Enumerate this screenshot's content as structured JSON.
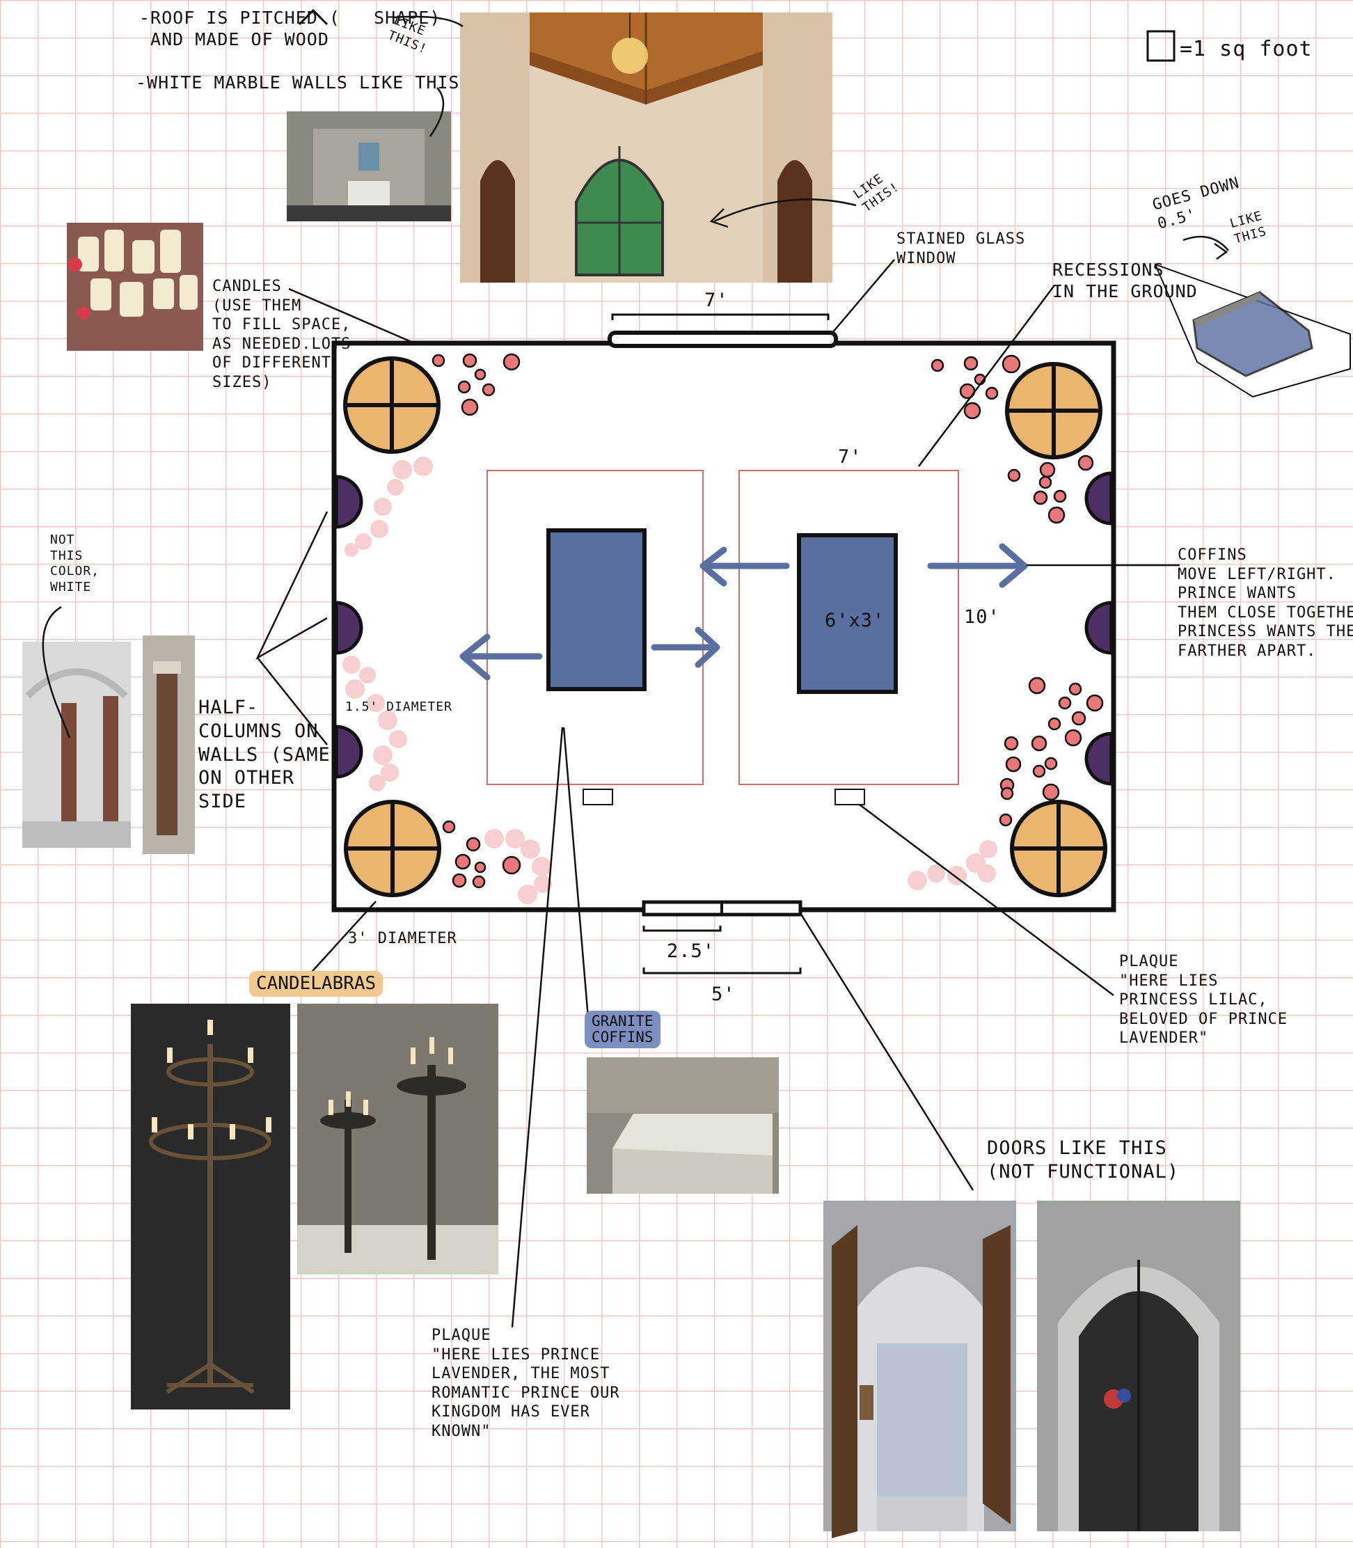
{
  "scale_note": "=1 sq foot",
  "notes": {
    "roof": "-ROOF IS PITCHED (   SHAPE)\n AND MADE OF WOOD",
    "like_this_roof": "LIKE\nTHIS!",
    "walls": "-WHITE MARBLE WALLS LIKE THIS",
    "like_this_window": "LIKE\nTHIS!",
    "stained_glass": "STAINED GLASS\nWINDOW",
    "recessions": "RECESSIONS\nIN THE GROUND",
    "goes_down": "GOES DOWN\n0.5'",
    "like_this_recess": "LIKE\nTHIS",
    "candles": "CANDLES\n(USE THEM\nTO FILL SPACE,\nAS NEEDED.LOTS\nOF DIFFERENT\nSIZES)",
    "not_this_color": "NOT\nTHIS\nCOLOR,\nWHITE",
    "half_columns": "HALF-\nCOLUMNS ON\nWALLS (SAME\nON OTHER\nSIDE",
    "half_col_diameter": "1.5' DIAMETER",
    "candelabra_diameter": "3' DIAMETER",
    "coffins": "COFFINS\nMOVE LEFT/RIGHT.\nPRINCE WANTS\nTHEM CLOSE TOGETHER,\nPRINCESS WANTS THEM\nFARTHER APART.",
    "plaque_princess": "PLAQUE\n\"HERE LIES\nPRINCESS LILAC,\nBELOVED OF PRINCE\nLAVENDER\"",
    "plaque_prince": "PLAQUE\n\"HERE LIES PRINCE\nLAVENDER, THE MOST\nROMANTIC PRINCE OUR\nKINGDOM HAS EVER\nKNOWN\"",
    "doors": "DOORS LIKE THIS\n(NOT FUNCTIONAL)"
  },
  "dimensions": {
    "window_width": "7'",
    "recess_width": "7'",
    "recess_height": "10'",
    "coffin_size": "6'x3'",
    "door_half": "2.5'",
    "door_total": "5'"
  },
  "tags": {
    "candelabras": "CANDELABRAS",
    "granite": "GRANITE\nCOFFINS"
  },
  "colors": {
    "coffin": "#5b6ea0",
    "candelabra": "#e9b56f",
    "half_column": "#4d2f66",
    "candle": "#e8787a",
    "recess_outline": "#d86a6a",
    "tag_candelabras": "#f2c98e",
    "tag_granite": "#7d8fc0"
  }
}
